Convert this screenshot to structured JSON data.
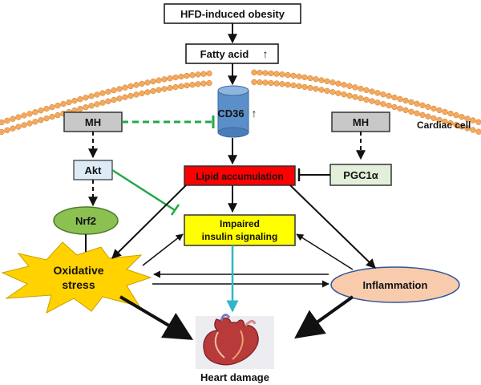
{
  "nodes": {
    "hfd": "HFD-induced obesity",
    "fatty_acid": "Fatty acid",
    "fatty_acid_arrow": "↑",
    "cd36": "CD36",
    "cd36_arrow": "↑",
    "mh_left": "MH",
    "mh_right": "MH",
    "akt": "Akt",
    "lipid": "Lipid accumulation",
    "pgc1a": "PGC1α",
    "nrf2": "Nrf2",
    "insulin_line1": "Impaired",
    "insulin_line2": "insulin signaling",
    "oxidative_line1": "Oxidative",
    "oxidative_line2": "stress",
    "inflammation": "Inflammation",
    "heart_damage": "Heart damage",
    "cell_label": "Cardiac cell"
  },
  "colors": {
    "lipid_fill": "#ff0000",
    "insulin_fill": "#ffff00",
    "nrf2_fill": "#8cc152",
    "pgc1a_fill": "#e2efd9",
    "akt_fill": "#ddebf7",
    "mh_fill": "#c8c8c8",
    "cd36_fill": "#5b8fc9",
    "oxidative_fill": "#ffd200",
    "inflammation_fill": "#f8cbad",
    "membrane": "#f4a95c",
    "green_inhibit": "#22a84a",
    "teal_arrow": "#33b5c7"
  }
}
